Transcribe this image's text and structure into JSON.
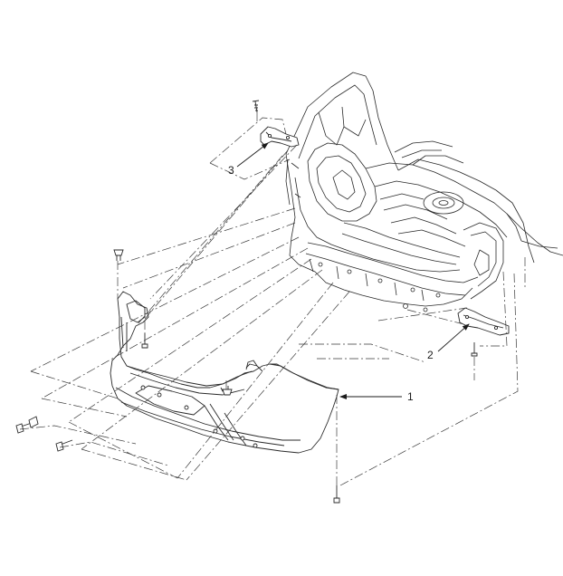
{
  "diagram": {
    "callouts": [
      {
        "id": "1",
        "text": "1"
      },
      {
        "id": "2",
        "text": "2"
      },
      {
        "id": "3",
        "text": "3"
      }
    ]
  }
}
